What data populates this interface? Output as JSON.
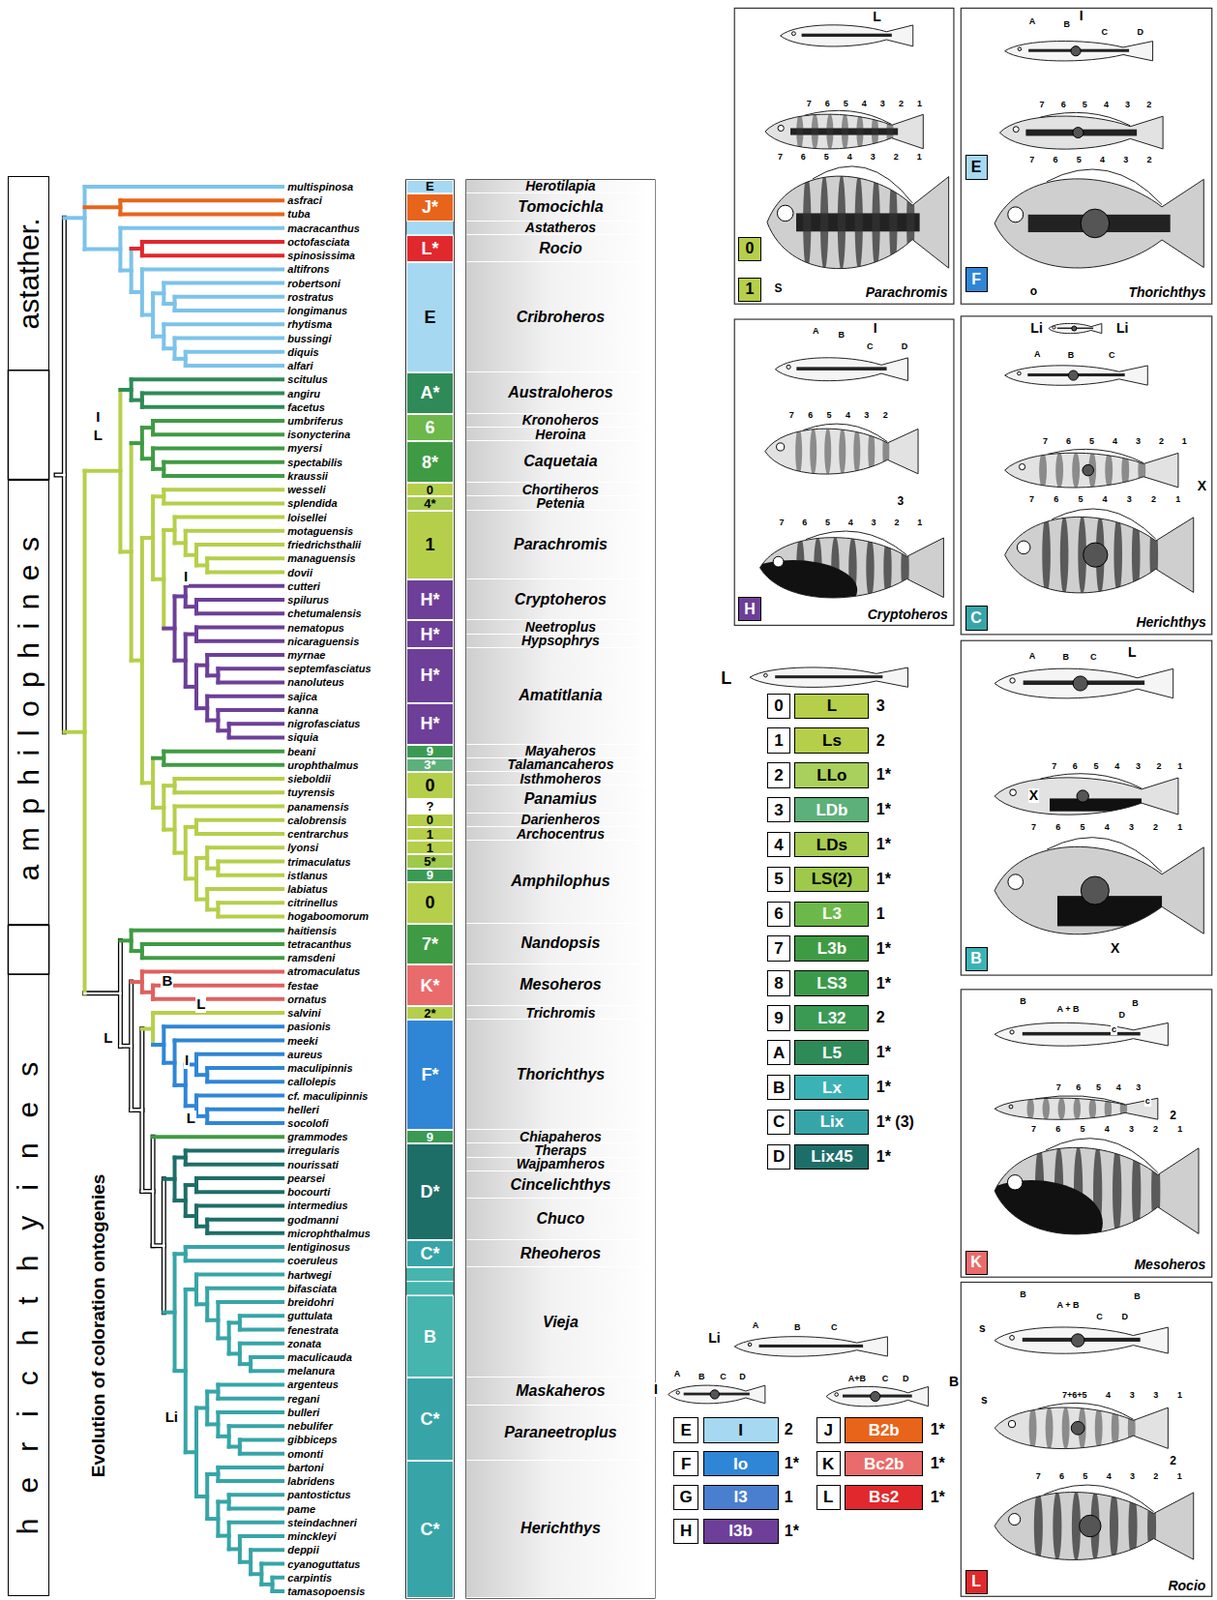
{
  "diagram": {
    "nodes": [
      {
        "text": [
          "astather."
        ]
      },
      {
        "text": [
          "amphilophines"
        ]
      },
      {
        "text": [
          "herichthyines"
        ]
      },
      {
        "text": [
          "E"
        ]
      },
      {
        "text": [
          "J*"
        ]
      },
      {
        "text": [
          "L*"
        ]
      },
      {
        "text": [
          "E"
        ]
      },
      {
        "text": [
          "A*"
        ]
      },
      {
        "text": [
          "6"
        ]
      },
      {
        "text": [
          "8*"
        ]
      },
      {
        "text": [
          "0"
        ]
      },
      {
        "text": [
          "4*"
        ]
      },
      {
        "text": [
          "1"
        ]
      },
      {
        "text": [
          "H*"
        ]
      },
      {
        "text": [
          "H*"
        ]
      },
      {
        "text": [
          "H*"
        ]
      },
      {
        "text": [
          "H*"
        ]
      },
      {
        "text": [
          "9"
        ]
      },
      {
        "text": [
          "3*"
        ]
      },
      {
        "text": [
          "0"
        ]
      },
      {
        "text": [
          "?"
        ]
      },
      {
        "text": [
          "0"
        ]
      },
      {
        "text": [
          "1"
        ]
      },
      {
        "text": [
          "1"
        ]
      },
      {
        "text": [
          "5*"
        ]
      },
      {
        "text": [
          "9"
        ]
      },
      {
        "text": [
          "0"
        ]
      },
      {
        "text": [
          "7*"
        ]
      },
      {
        "text": [
          "K*"
        ]
      },
      {
        "text": [
          "2*"
        ]
      },
      {
        "text": [
          "F*"
        ]
      },
      {
        "text": [
          "9"
        ]
      },
      {
        "text": [
          "D*"
        ]
      },
      {
        "text": [
          "C*"
        ]
      },
      {
        "text": [
          "B"
        ]
      },
      {
        "text": [
          "C*"
        ]
      },
      {
        "text": [
          "C*"
        ]
      },
      {
        "text": [
          "Herotilapia"
        ]
      },
      {
        "text": [
          "Tomocichla"
        ]
      },
      {
        "text": [
          "Astatheros"
        ]
      },
      {
        "text": [
          "Rocio"
        ]
      },
      {
        "text": [
          "Cribroheros"
        ]
      },
      {
        "text": [
          "Australoheros"
        ]
      },
      {
        "text": [
          "Kronoheros"
        ]
      },
      {
        "text": [
          "Heroina"
        ]
      },
      {
        "text": [
          "Caquetaia"
        ]
      },
      {
        "text": [
          "Chortiheros"
        ]
      },
      {
        "text": [
          "Petenia"
        ]
      },
      {
        "text": [
          "Parachromis"
        ]
      },
      {
        "text": [
          "Cryptoheros"
        ]
      },
      {
        "text": [
          "Neetroplus"
        ]
      },
      {
        "text": [
          "Hypsophrys"
        ]
      },
      {
        "text": [
          "Amatitlania"
        ]
      },
      {
        "text": [
          "Mayaheros"
        ]
      },
      {
        "text": [
          "Talamancaheros"
        ]
      },
      {
        "text": [
          "Isthmoheros"
        ]
      },
      {
        "text": [
          "Panamius"
        ]
      },
      {
        "text": [
          "Darienheros"
        ]
      },
      {
        "text": [
          "Archocentrus"
        ]
      },
      {
        "text": [
          "Amphilophus"
        ]
      },
      {
        "text": [
          "Nandopsis"
        ]
      },
      {
        "text": [
          "Mesoheros"
        ]
      },
      {
        "text": [
          "Trichromis"
        ]
      },
      {
        "text": [
          "Thorichthys"
        ]
      },
      {
        "text": [
          "Chiapaheros"
        ]
      },
      {
        "text": [
          "Theraps"
        ]
      },
      {
        "text": [
          "Wajpamheros"
        ]
      },
      {
        "text": [
          "Cincelichthys"
        ]
      },
      {
        "text": [
          "Chuco"
        ]
      },
      {
        "text": [
          "Rheoheros"
        ]
      },
      {
        "text": [
          "Vieja"
        ]
      },
      {
        "text": [
          "Maskaheros"
        ]
      },
      {
        "text": [
          "Paraneetroplus"
        ]
      },
      {
        "text": [
          "Herichthys"
        ]
      },
      {
        "text": [
          "0"
        ]
      },
      {
        "text": [
          "1"
        ]
      },
      {
        "text": [
          "2"
        ]
      },
      {
        "text": [
          "3"
        ]
      },
      {
        "text": [
          "4"
        ]
      },
      {
        "text": [
          "5"
        ]
      },
      {
        "text": [
          "6"
        ]
      },
      {
        "text": [
          "7"
        ]
      },
      {
        "text": [
          "8"
        ]
      },
      {
        "text": [
          "9"
        ]
      },
      {
        "text": [
          "A"
        ]
      },
      {
        "text": [
          "B"
        ]
      },
      {
        "text": [
          "C"
        ]
      },
      {
        "text": [
          "D"
        ]
      },
      {
        "text": [
          "E"
        ]
      },
      {
        "text": [
          "F"
        ]
      },
      {
        "text": [
          "G"
        ]
      },
      {
        "text": [
          "H"
        ]
      },
      {
        "text": [
          "J"
        ]
      },
      {
        "text": [
          "K"
        ]
      },
      {
        "text": [
          "L"
        ]
      },
      {
        "text": [
          "0"
        ]
      },
      {
        "text": [
          "1"
        ]
      },
      {
        "text": [
          "E"
        ]
      },
      {
        "text": [
          "F"
        ]
      },
      {
        "text": [
          "H"
        ]
      },
      {
        "text": [
          "C"
        ]
      },
      {
        "text": [
          "B"
        ]
      },
      {
        "text": [
          "K"
        ]
      },
      {
        "text": [
          "L"
        ]
      }
    ],
    "labels": [
      "multispinosa",
      "asfraci",
      "tuba",
      "macracanthus",
      "octofasciata",
      "spinosissima",
      "altifrons",
      "robertsoni",
      "rostratus",
      "longimanus",
      "rhytisma",
      "bussingi",
      "diquis",
      "alfari",
      "scitulus",
      "angiru",
      "facetus",
      "umbriferus",
      "isonycterina",
      "myersi",
      "spectabilis",
      "kraussii",
      "wesseli",
      "splendida",
      "loisellei",
      "motaguensis",
      "friedrichsthalii",
      "managuensis",
      "dovii",
      "cutteri",
      "spilurus",
      "chetumalensis",
      "nematopus",
      "nicaraguensis",
      "myrnae",
      "septemfasciatus",
      "nanoluteus",
      "sajica",
      "kanna",
      "nigrofasciatus",
      "siquia",
      "beani",
      "urophthalmus",
      "sieboldii",
      "tuyrensis",
      "panamensis",
      "calobrensis",
      "centrarchus",
      "lyonsi",
      "trimaculatus",
      "istlanus",
      "labiatus",
      "citrinellus",
      "hogaboomorum",
      "haitiensis",
      "tetracanthus",
      "ramsdeni",
      "atromaculatus",
      "festae",
      "ornatus",
      "salvini",
      "pasionis",
      "meeki",
      "aureus",
      "maculipinnis",
      "callolepis",
      "cf. maculipinnis",
      "helleri",
      "socolofi",
      "grammodes",
      "irregularis",
      "nourissati",
      "pearsei",
      "bocourti",
      "intermedius",
      "godmanni",
      "microphthalmus",
      "lentiginosus",
      "coeruleus",
      "hartwegi",
      "bifasciata",
      "breidohri",
      "guttulata",
      "fenestrata",
      "zonata",
      "maculicauda",
      "melanura",
      "argenteus",
      "regani",
      "bulleri",
      "nebulifer",
      "gibbiceps",
      "omonti",
      "bartoni",
      "labridens",
      "pantostictus",
      "pame",
      "steindachneri",
      "minckleyi",
      "deppii",
      "cyanoguttatus",
      "carpintis",
      "tamasopoensis",
      "Evolution of coloration ontogenies",
      "I",
      "L",
      "I",
      "L",
      "B",
      "L",
      "I",
      "L",
      "Li",
      "3",
      "2",
      "1*",
      "1*",
      "1*",
      "1*",
      "1",
      "1*",
      "1*",
      "2",
      "1*",
      "1*",
      "1* (3)",
      "1*",
      "2",
      "1*",
      "1",
      "1*",
      "1*",
      "1*",
      "1*",
      "L",
      "Li",
      "A",
      "B",
      "C",
      "I",
      "A",
      "B",
      "C",
      "D",
      "B",
      "A+B",
      "C",
      "D",
      "L",
      "7 6 5 4 3 2 1",
      "7 6 5 4 3 2 1",
      "S",
      "Parachromis",
      "A",
      "B",
      "I",
      "C",
      "D",
      "7 6 5 4 3 2",
      "7 6 5 4 3 2",
      "o",
      "Thorichthys",
      "A",
      "B",
      "I",
      "C",
      "D",
      "7 6 5 4 3 2",
      "3",
      "7 6 5 4 3 2 1",
      "Cryptoheros",
      "Li",
      "Li",
      "A",
      "B",
      "C",
      "7 6 5 4 3 2 1",
      "X",
      "7 6 5 4 3 2 1",
      "Herichthys",
      "A",
      "B",
      "C",
      "L",
      "7 6 5 4 3 2 1",
      "X",
      "7 6 5 4 3 2 1",
      "X",
      "B",
      "A + B",
      "B",
      "D",
      "c",
      "7 6 5 4 3",
      "c",
      "2",
      "7 6 5 4 3 2 1",
      "Mesoheros",
      "B",
      "A + B",
      "B",
      "C",
      "D",
      "s",
      "7+6+5 4 3 3 1",
      "s",
      "2",
      "7 6 5 4 3 2 1",
      "Rocio"
    ],
    "legend": [
      {
        "text": "L",
        "color": "#b5cf4a"
      },
      {
        "text": "Ls",
        "color": "#b5cf4a"
      },
      {
        "text": "LLo",
        "color": "#a9cf5c"
      },
      {
        "text": "LDb",
        "color": "#5cb07a"
      },
      {
        "text": "LDs",
        "color": "#a8cc50"
      },
      {
        "text": "LS(2)",
        "color": "#9ec94a"
      },
      {
        "text": "L3",
        "color": "#6cb84a"
      },
      {
        "text": "L3b",
        "color": "#3f9b43"
      },
      {
        "text": "LS3",
        "color": "#3a9a4a"
      },
      {
        "text": "L32",
        "color": "#3a9a54"
      },
      {
        "text": "L5",
        "color": "#2e8b57"
      },
      {
        "text": "Lx",
        "color": "#3bb3b5"
      },
      {
        "text": "Lix",
        "color": "#37a5a7"
      },
      {
        "text": "Lix45",
        "color": "#1e6e68"
      },
      {
        "text": "I",
        "color": "#a6d8f2"
      },
      {
        "text": "Io",
        "color": "#2f86d6"
      },
      {
        "text": "I3",
        "color": "#4a7fd0"
      },
      {
        "text": "I3b",
        "color": "#6d3f98"
      },
      {
        "text": "B2b",
        "color": "#e8641b"
      },
      {
        "text": "Bc2b",
        "color": "#ea6b6b"
      },
      {
        "text": "Bs2",
        "color": "#e0282d"
      }
    ]
  }
}
